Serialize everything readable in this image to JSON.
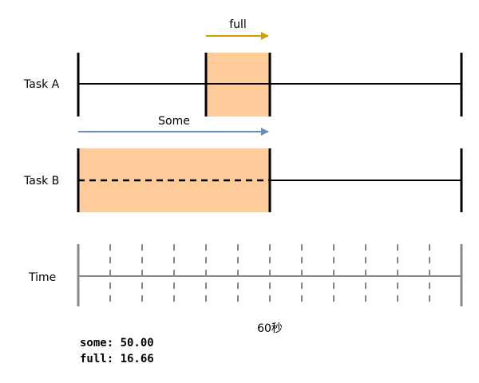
{
  "rows": {
    "task_a": "Task A",
    "task_b": "Task B",
    "time": "Time"
  },
  "arrows": {
    "full": {
      "label": "full",
      "color": "#d99a00"
    },
    "some": {
      "label": "Some",
      "color": "#6a8bc2"
    }
  },
  "stall_color": "#ffcc99",
  "time_axis": {
    "mark_label": "60秒",
    "tick_count": 12
  },
  "metrics": [
    {
      "line": "some: 50.00"
    },
    {
      "line": "full: 16.66"
    }
  ]
}
